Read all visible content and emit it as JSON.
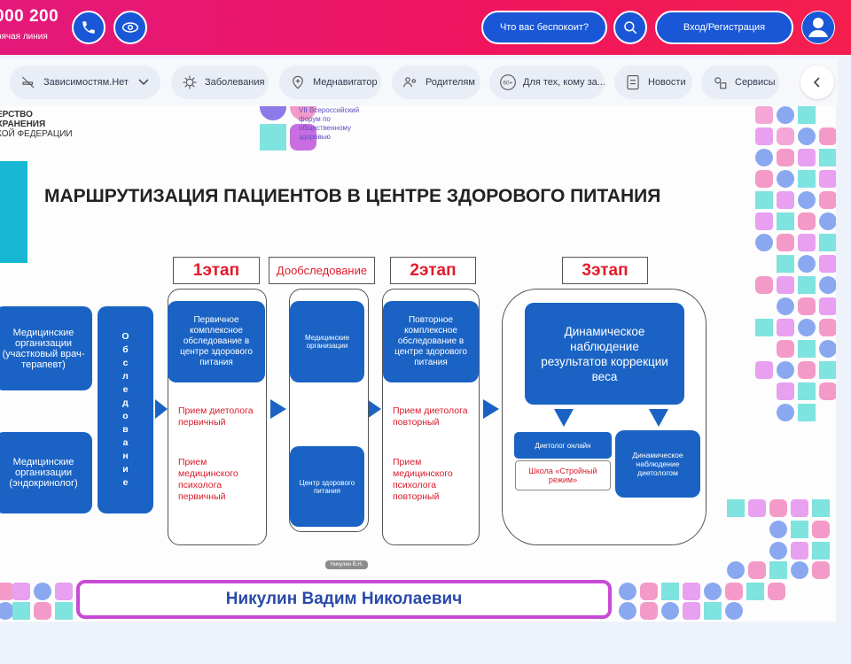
{
  "header": {
    "phone": "000 200",
    "hotline": "рячая линия",
    "symptom_button": "Что вас беспокоит?",
    "login_button": "Вход/Регистрация",
    "colors": {
      "gradient_start": "#e3197b",
      "gradient_end": "#f41f4e",
      "button": "#1a57d6"
    }
  },
  "nav": {
    "items": [
      {
        "label": "Зависимостям.Нет",
        "icon": "no-smoking-icon"
      },
      {
        "label": "Заболевания",
        "icon": "virus-icon"
      },
      {
        "label": "Меднавигатор",
        "icon": "map-pin-icon"
      },
      {
        "label": "Родителям",
        "icon": "parents-icon"
      },
      {
        "label": "Для тех, кому за...",
        "icon": "60-plus-icon"
      },
      {
        "label": "Новости",
        "icon": "news-icon"
      },
      {
        "label": "Сервисы",
        "icon": "services-icon"
      }
    ]
  },
  "slide": {
    "ministry": [
      "ЕРСТВО",
      "ХРАНЕНИЯ",
      "КОЙ ФЕДЕРАЦИИ"
    ],
    "forum": [
      "VII Всероссийский",
      "форум по",
      "общественному",
      "здоровью"
    ],
    "title": "МАРШРУТИЗАЦИЯ ПАЦИЕНТОВ В ЦЕНТРЕ ЗДОРОВОГО ПИТАНИЯ",
    "stage1": "1этап",
    "extra_exam": "Дообследование",
    "stage2": "2этап",
    "stage3": "3этап",
    "org_therapist": "Медицинские организации (участковый врач-терапевт)",
    "org_endo": "Медицинские организации (эндокринолог)",
    "exam_vertical": [
      "О",
      "б",
      "с",
      "л",
      "е",
      "д",
      "о",
      "в",
      "а",
      "н",
      "и",
      "е"
    ],
    "stage1_box": "Первичное комплексное обследование в центре здорового питания",
    "stage1_red1": "Прием диетолога первичный",
    "stage1_red2": "Прием медицинского психолога первичный",
    "extra_box_top": "Медицинские организации",
    "extra_box_bottom": "Центр здорового питания",
    "stage2_box": "Повторное комплексное обследование в центре здорового питания",
    "stage2_red1": "Прием диетолога повторный",
    "stage2_red2": "Прием медицинского психолога повторный",
    "stage3_box": "Динамическое наблюдение результатов коррекции веса",
    "dietolog_online": "Диетолог онлайн",
    "school": "Школа «Стройный режим»",
    "dynamic_obs": "Динамическое наблюдение диетологом",
    "speaker_tag": "Никулин В.Н.",
    "speaker": "Никулин Вадим Николаевич"
  }
}
